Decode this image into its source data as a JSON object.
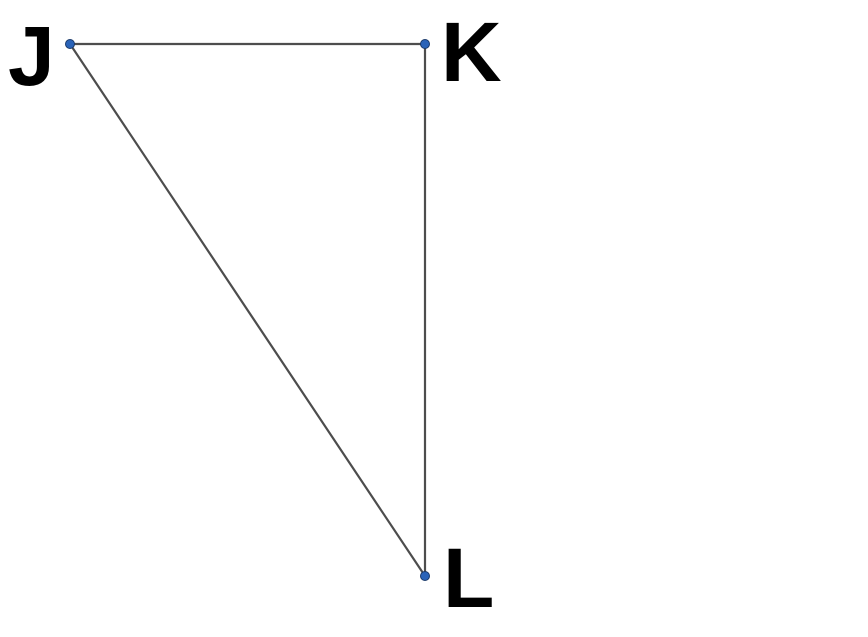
{
  "figure": {
    "type": "triangle",
    "vertices": [
      {
        "id": "J",
        "label": "J"
      },
      {
        "id": "K",
        "label": "K"
      },
      {
        "id": "L",
        "label": "L"
      }
    ],
    "edges": [
      {
        "from": "J",
        "to": "K"
      },
      {
        "from": "K",
        "to": "L"
      },
      {
        "from": "J",
        "to": "L"
      }
    ]
  },
  "colors": {
    "edge": "#4d4d4d",
    "vertex_point": "#2a63b8",
    "label": "#000000",
    "background": "#ffffff"
  }
}
